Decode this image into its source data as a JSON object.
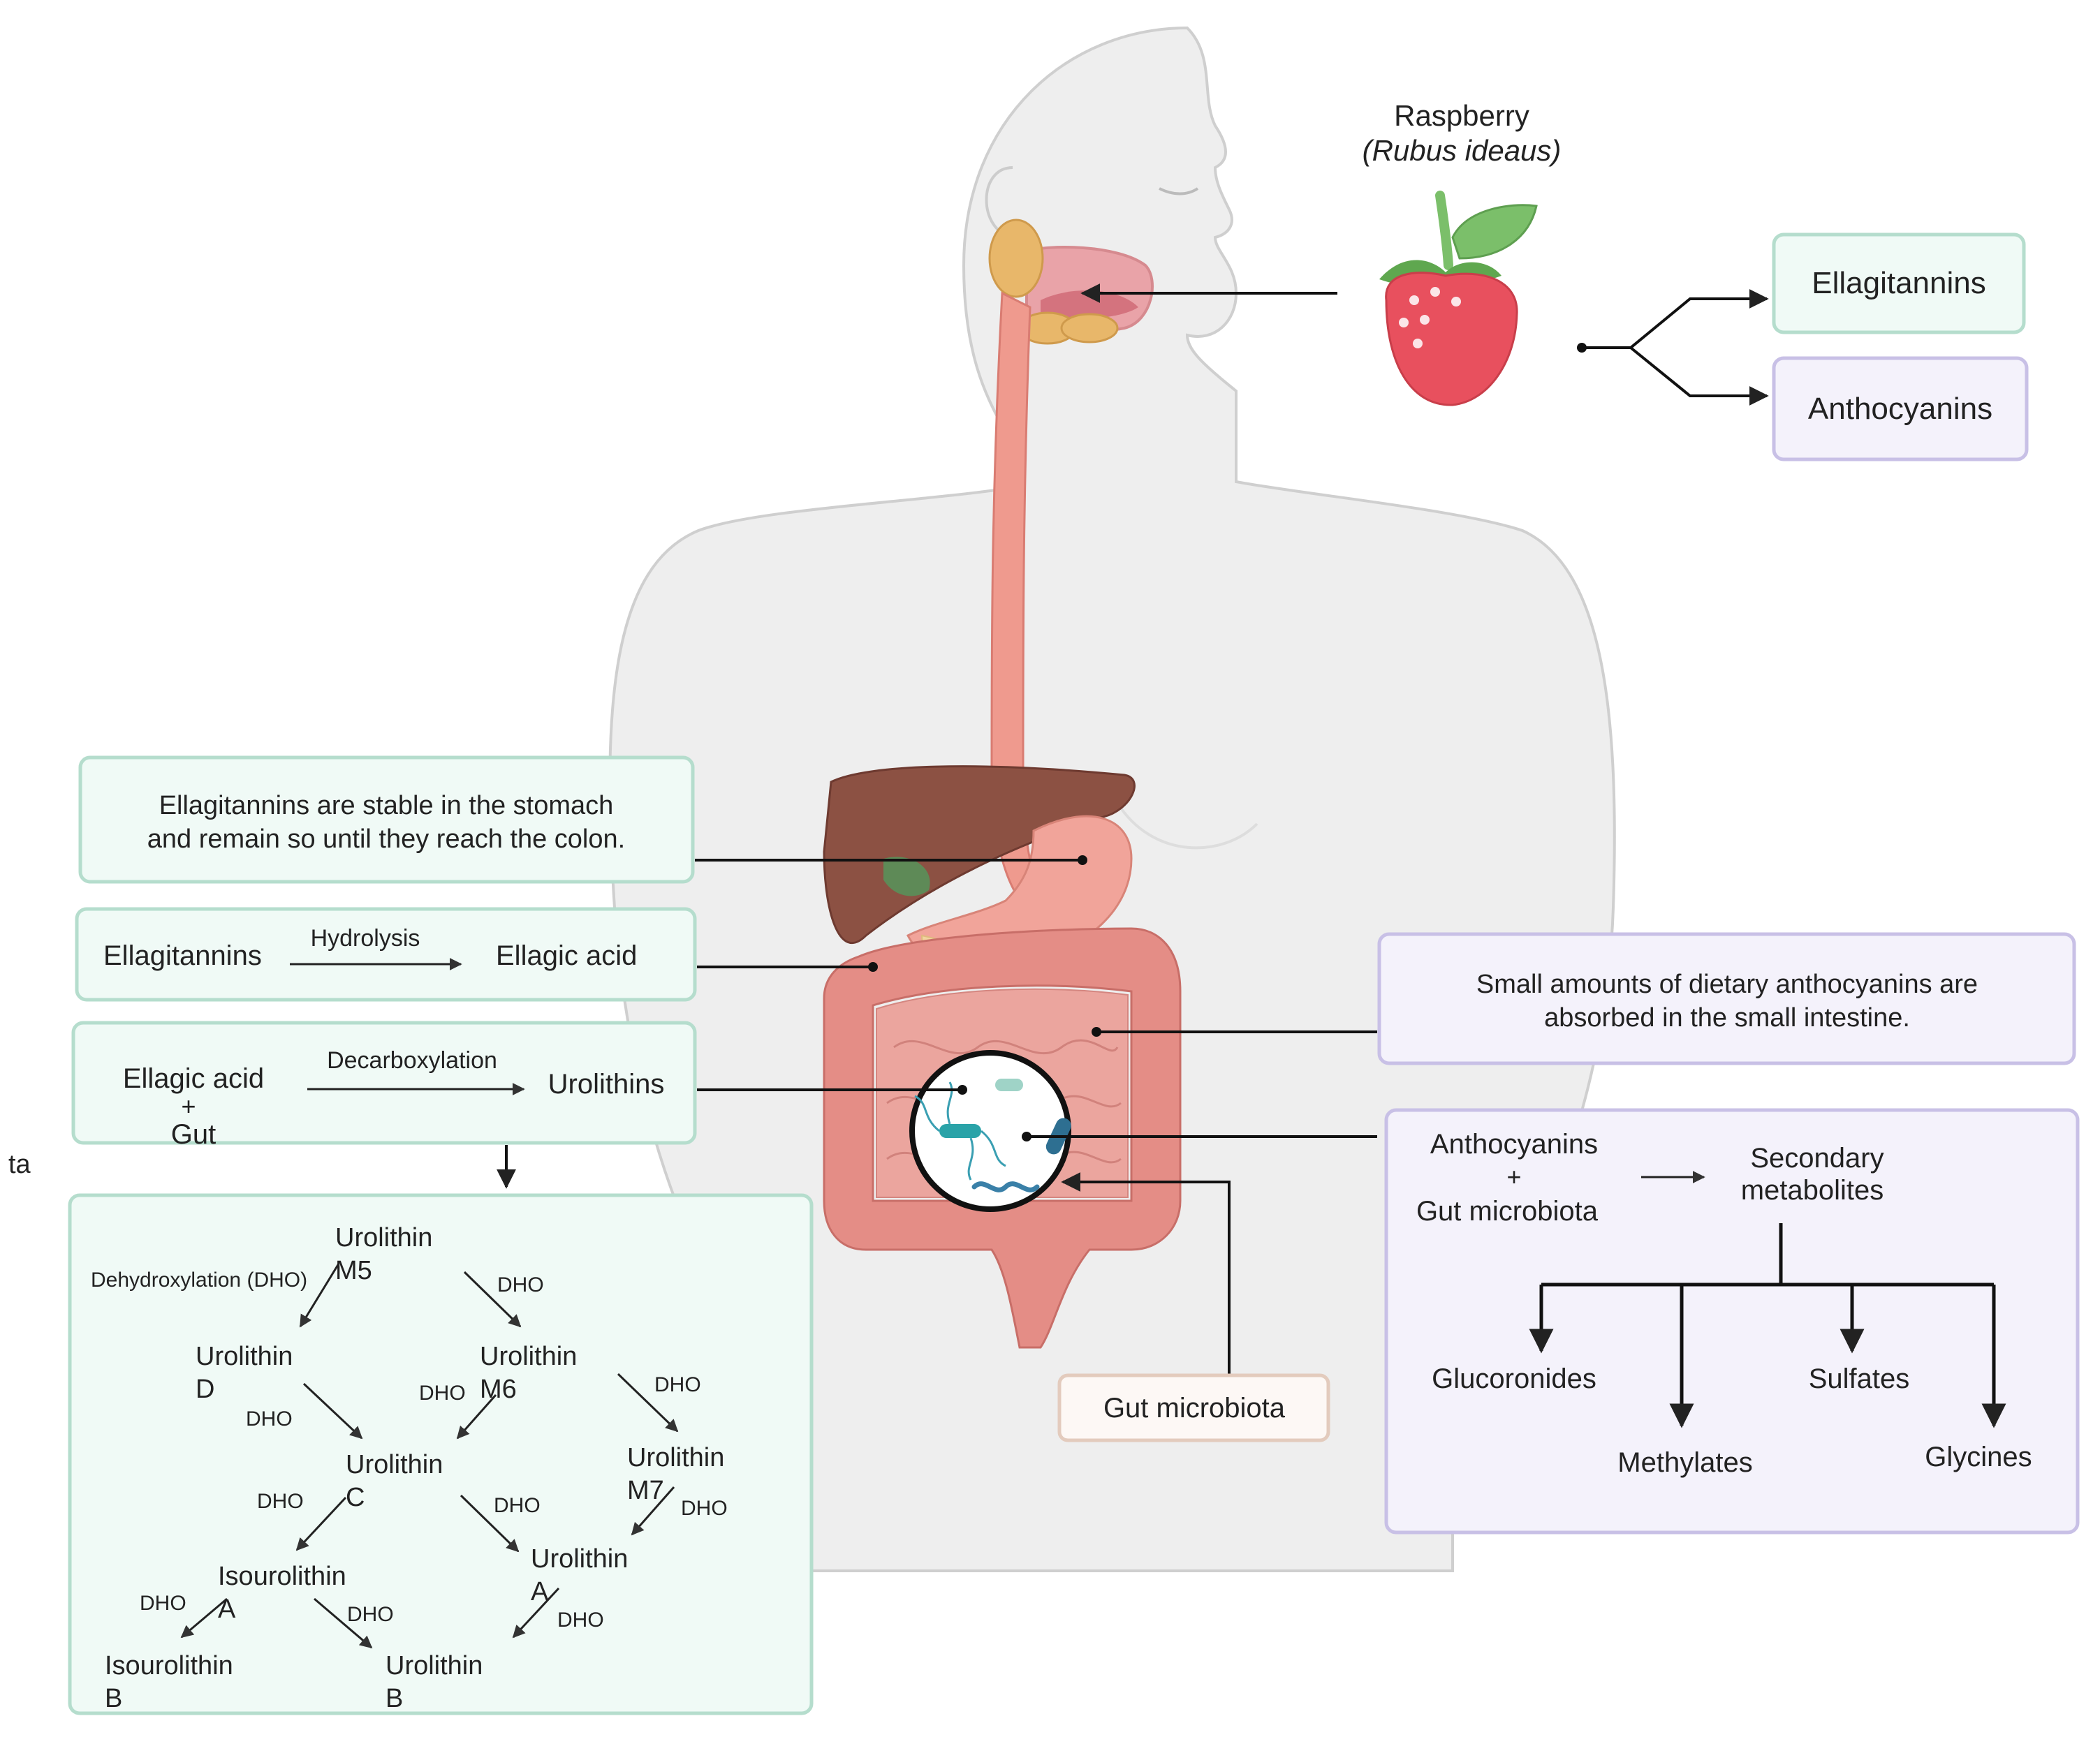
{
  "raspberry": {
    "name": "Raspberry",
    "latin": "(Rubus ideaus)"
  },
  "compounds": {
    "ellagitannins": "Ellagitannins",
    "anthocyanins": "Anthocyanins"
  },
  "stomach_note": {
    "line1": "Ellagitannins are stable in the stomach",
    "line2": "and remain so until they reach the colon."
  },
  "hydrolysis": {
    "left": "Ellagitannins",
    "arrow": "Hydrolysis",
    "right": "Ellagic acid"
  },
  "decarboxylation": {
    "left1": "Ellagic acid",
    "plus": "+",
    "left2": "Gut",
    "arrow": "Decarboxylation",
    "right": "Urolithins"
  },
  "side_text": "ta",
  "absorption_note": {
    "line1": "Small amounts of dietary anthocyanins are",
    "line2": "absorbed in the small intestine."
  },
  "metabolism": {
    "left1": "Anthocyanins",
    "plus": "+",
    "left2": "Gut microbiota",
    "right1": "Secondary",
    "right2": "metabolites",
    "products": [
      "Glucoronides",
      "Methylates",
      "Sulfates",
      "Glycines"
    ]
  },
  "gut_microbiota_label": "Gut microbiota",
  "urolithin_pathway": {
    "dehydroxylation": "Dehydroxylation (DHO)",
    "dho": "DHO",
    "m5": [
      "Urolithin",
      "M5"
    ],
    "d": [
      "Urolithin",
      "D"
    ],
    "m6": [
      "Urolithin",
      "M6"
    ],
    "c": [
      "Urolithin",
      "C"
    ],
    "m7": [
      "Urolithin",
      "M7"
    ],
    "iso_a": [
      "Isourolithin",
      "A"
    ],
    "a": [
      "Urolithin",
      "A"
    ],
    "iso_b": [
      "Isourolithin",
      "B"
    ],
    "b": [
      "Urolithin",
      "B"
    ]
  },
  "colors": {
    "teal_box_fill": "#f0faf6",
    "teal_box_stroke": "#b5ddcd",
    "purple_box_fill": "#f4f2fb",
    "purple_box_stroke": "#c8c0e6",
    "tan_box_fill": "#fdf8f5",
    "tan_box_stroke": "#e3cbbd",
    "body": "#eeeeee",
    "esophagus": "#ef9a8e",
    "liver": "#8c5143",
    "intestine": "#e48d86",
    "raspberry": "#e8505e",
    "leaf": "#7bbf6a"
  }
}
